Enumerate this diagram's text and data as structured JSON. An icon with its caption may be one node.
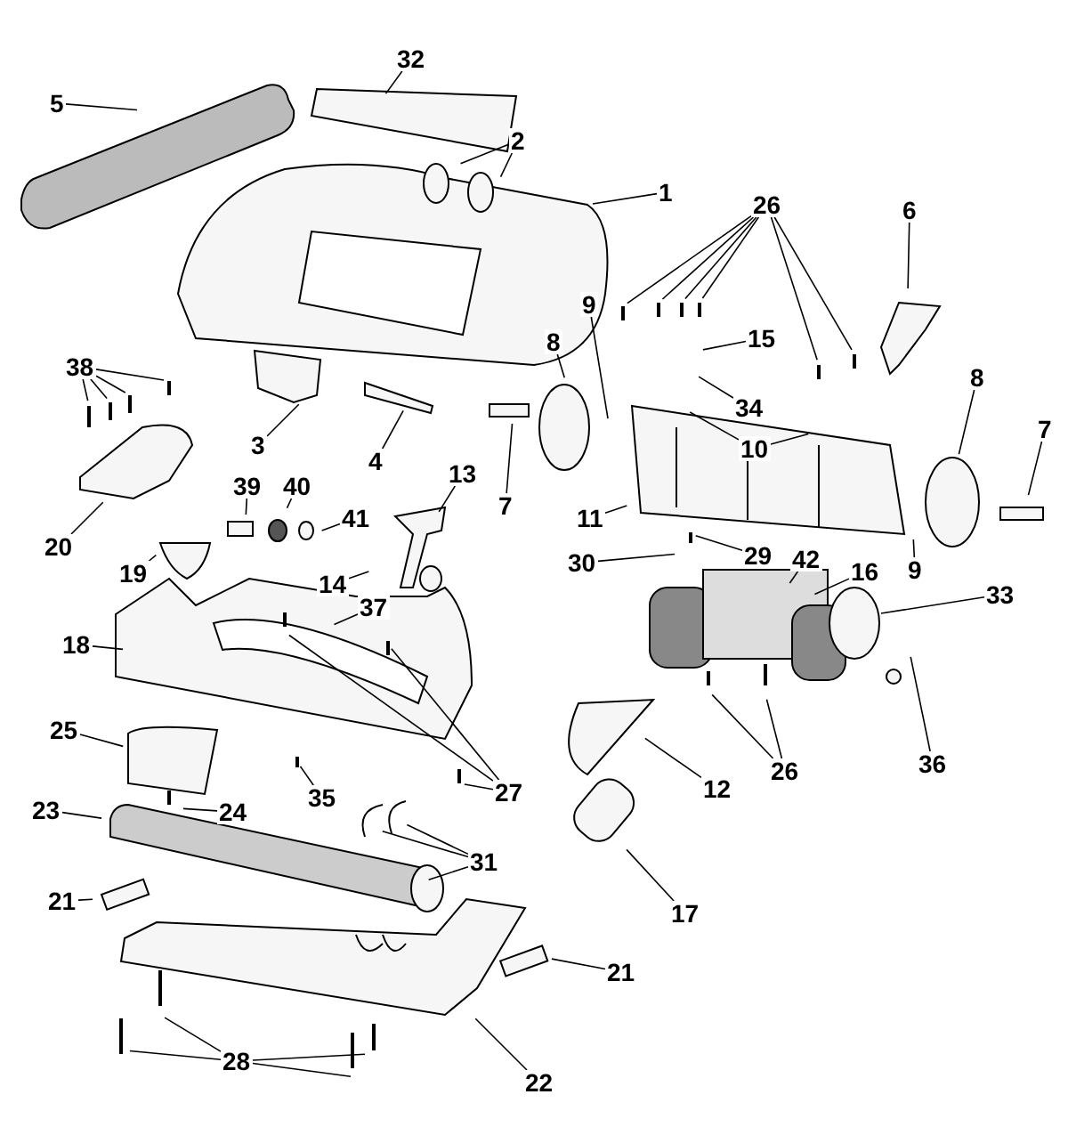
{
  "diagram": {
    "nodes": [
      {
        "text": [
          "32"
        ]
      },
      {
        "text": [
          "5"
        ]
      },
      {
        "text": [
          "2"
        ]
      },
      {
        "text": [
          "1"
        ]
      },
      {
        "text": [
          "26"
        ]
      },
      {
        "text": [
          "6"
        ]
      },
      {
        "text": [
          "9"
        ]
      },
      {
        "text": [
          "15"
        ]
      },
      {
        "text": [
          "8"
        ]
      },
      {
        "text": [
          "38"
        ]
      },
      {
        "text": [
          "34"
        ]
      },
      {
        "text": [
          "8"
        ]
      },
      {
        "text": [
          "10"
        ]
      },
      {
        "text": [
          "7"
        ]
      },
      {
        "text": [
          "3"
        ]
      },
      {
        "text": [
          "4"
        ]
      },
      {
        "text": [
          "13"
        ]
      },
      {
        "text": [
          "7"
        ]
      },
      {
        "text": [
          "11"
        ]
      },
      {
        "text": [
          "39"
        ]
      },
      {
        "text": [
          "40"
        ]
      },
      {
        "text": [
          "41"
        ]
      },
      {
        "text": [
          "20"
        ]
      },
      {
        "text": [
          "30"
        ]
      },
      {
        "text": [
          "29"
        ]
      },
      {
        "text": [
          "42"
        ]
      },
      {
        "text": [
          "9"
        ]
      },
      {
        "text": [
          "16"
        ]
      },
      {
        "text": [
          "19"
        ]
      },
      {
        "text": [
          "14"
        ]
      },
      {
        "text": [
          "33"
        ]
      },
      {
        "text": [
          "37"
        ]
      },
      {
        "text": [
          "18"
        ]
      },
      {
        "text": [
          "25"
        ]
      },
      {
        "text": [
          "36"
        ]
      },
      {
        "text": [
          "12"
        ]
      },
      {
        "text": [
          "26"
        ]
      },
      {
        "text": [
          "27"
        ]
      },
      {
        "text": [
          "35"
        ]
      },
      {
        "text": [
          "23"
        ]
      },
      {
        "text": [
          "24"
        ]
      },
      {
        "text": [
          "31"
        ]
      },
      {
        "text": [
          "21"
        ]
      },
      {
        "text": [
          "17"
        ]
      },
      {
        "text": [
          "21"
        ]
      },
      {
        "text": [
          "28"
        ]
      },
      {
        "text": [
          "22"
        ]
      }
    ],
    "edges": [
      {
        "from": 0,
        "to": null,
        "arrow": "none"
      },
      {
        "from": 1,
        "to": null,
        "arrow": "none"
      },
      {
        "from": 2,
        "to": null,
        "arrow": "none"
      },
      {
        "from": 2,
        "to": null,
        "arrow": "none"
      },
      {
        "from": 3,
        "to": null,
        "arrow": "none"
      },
      {
        "from": 4,
        "to": null,
        "arrow": "none"
      },
      {
        "from": 4,
        "to": null,
        "arrow": "none"
      },
      {
        "from": 4,
        "to": null,
        "arrow": "none"
      },
      {
        "from": 4,
        "to": null,
        "arrow": "none"
      },
      {
        "from": 4,
        "to": null,
        "arrow": "none"
      },
      {
        "from": 4,
        "to": null,
        "arrow": "none"
      },
      {
        "from": 5,
        "to": null,
        "arrow": "none"
      },
      {
        "from": 6,
        "to": null,
        "arrow": "none"
      },
      {
        "from": 7,
        "to": null,
        "arrow": "none"
      },
      {
        "from": 8,
        "to": null,
        "arrow": "none"
      },
      {
        "from": 9,
        "to": null,
        "arrow": "none"
      },
      {
        "from": 9,
        "to": null,
        "arrow": "none"
      },
      {
        "from": 9,
        "to": null,
        "arrow": "none"
      },
      {
        "from": 9,
        "to": null,
        "arrow": "none"
      },
      {
        "from": 10,
        "to": null,
        "arrow": "none"
      },
      {
        "from": 11,
        "to": null,
        "arrow": "none"
      },
      {
        "from": 12,
        "to": null,
        "arrow": "none"
      },
      {
        "from": 12,
        "to": null,
        "arrow": "none"
      },
      {
        "from": 13,
        "to": null,
        "arrow": "none"
      },
      {
        "from": 14,
        "to": null,
        "arrow": "none"
      },
      {
        "from": 15,
        "to": null,
        "arrow": "none"
      },
      {
        "from": 16,
        "to": null,
        "arrow": "none"
      },
      {
        "from": 17,
        "to": null,
        "arrow": "none"
      },
      {
        "from": 18,
        "to": null,
        "arrow": "none"
      },
      {
        "from": 19,
        "to": null,
        "arrow": "none"
      },
      {
        "from": 20,
        "to": null,
        "arrow": "none"
      },
      {
        "from": 21,
        "to": null,
        "arrow": "none"
      },
      {
        "from": 22,
        "to": null,
        "arrow": "none"
      },
      {
        "from": 23,
        "to": null,
        "arrow": "none"
      },
      {
        "from": 24,
        "to": null,
        "arrow": "none"
      },
      {
        "from": 25,
        "to": null,
        "arrow": "none"
      },
      {
        "from": 26,
        "to": null,
        "arrow": "none"
      },
      {
        "from": 27,
        "to": null,
        "arrow": "none"
      },
      {
        "from": 28,
        "to": null,
        "arrow": "none"
      },
      {
        "from": 29,
        "to": null,
        "arrow": "none"
      },
      {
        "from": 30,
        "to": null,
        "arrow": "none"
      },
      {
        "from": 31,
        "to": null,
        "arrow": "none"
      },
      {
        "from": 32,
        "to": null,
        "arrow": "none"
      },
      {
        "from": 33,
        "to": null,
        "arrow": "none"
      },
      {
        "from": 34,
        "to": null,
        "arrow": "none"
      },
      {
        "from": 35,
        "to": null,
        "arrow": "none"
      },
      {
        "from": 36,
        "to": null,
        "arrow": "none"
      },
      {
        "from": 36,
        "to": null,
        "arrow": "none"
      },
      {
        "from": 37,
        "to": null,
        "arrow": "none"
      },
      {
        "from": 37,
        "to": null,
        "arrow": "none"
      },
      {
        "from": 37,
        "to": null,
        "arrow": "none"
      },
      {
        "from": 38,
        "to": null,
        "arrow": "none"
      },
      {
        "from": 39,
        "to": null,
        "arrow": "none"
      },
      {
        "from": 40,
        "to": null,
        "arrow": "none"
      },
      {
        "from": 41,
        "to": null,
        "arrow": "none"
      },
      {
        "from": 41,
        "to": null,
        "arrow": "none"
      },
      {
        "from": 41,
        "to": null,
        "arrow": "none"
      },
      {
        "from": 42,
        "to": null,
        "arrow": "none"
      },
      {
        "from": 43,
        "to": null,
        "arrow": "none"
      },
      {
        "from": 44,
        "to": null,
        "arrow": "none"
      },
      {
        "from": 45,
        "to": null,
        "arrow": "none"
      },
      {
        "from": 45,
        "to": null,
        "arrow": "none"
      },
      {
        "from": 45,
        "to": null,
        "arrow": "none"
      },
      {
        "from": 45,
        "to": null,
        "arrow": "none"
      },
      {
        "from": 46,
        "to": null,
        "arrow": "none"
      }
    ]
  }
}
